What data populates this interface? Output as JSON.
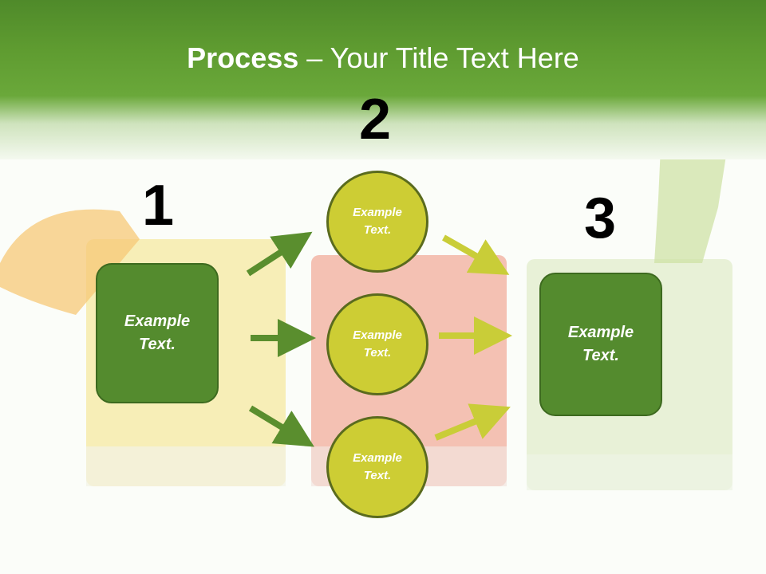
{
  "slide": {
    "title_bold": "Process",
    "title_rest": " – Your Title Text Here"
  },
  "steps": {
    "step1": {
      "number": "1",
      "label": "Example\nText."
    },
    "step2": {
      "number": "2",
      "circles": [
        {
          "label": "Example\nText."
        },
        {
          "label": "Example\nText."
        },
        {
          "label": "Example\nText."
        }
      ]
    },
    "step3": {
      "number": "3",
      "label": "Example\nText."
    }
  },
  "colors": {
    "header_green": "#5e9b30",
    "box_green": "#548b2e",
    "circle_yellow": "#cdcd34",
    "arrow_green": "#5a8e2e",
    "arrow_yellow": "#c9cd38"
  }
}
